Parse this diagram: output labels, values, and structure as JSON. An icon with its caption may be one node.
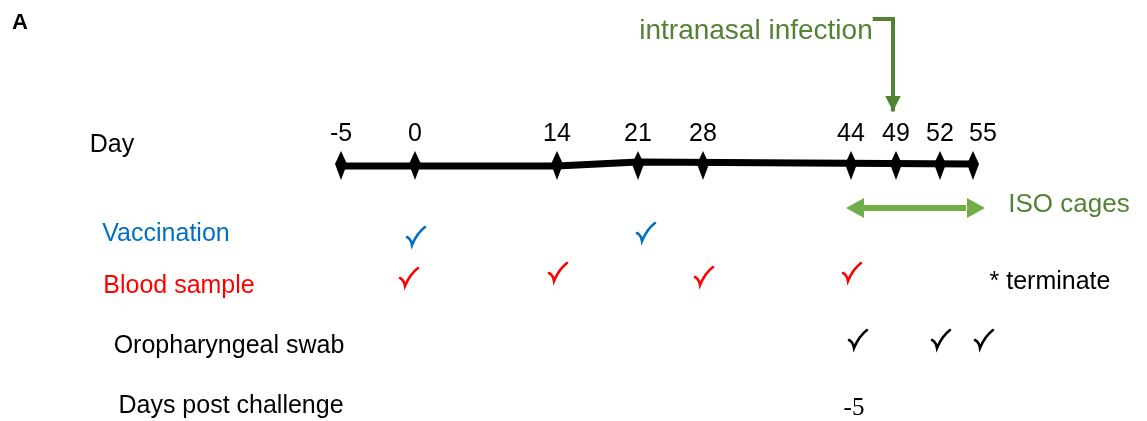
{
  "diagram": {
    "nodes": [
      {
        "text": [
          "intranasal infection"
        ]
      },
      {
        "text": [
          "49"
        ]
      }
    ],
    "edges": [
      {
        "from": 0,
        "to": 1,
        "arrow": "to",
        "color": "#548235"
      }
    ],
    "labels": [
      "A",
      "Day",
      "-5",
      "0",
      "14",
      "21",
      "28",
      "44",
      "52",
      "55",
      "ISO cages",
      "Vaccination",
      "Blood sample",
      "* terminate",
      "Oropharyngeal swab",
      "Days post challenge",
      "-5"
    ]
  }
}
